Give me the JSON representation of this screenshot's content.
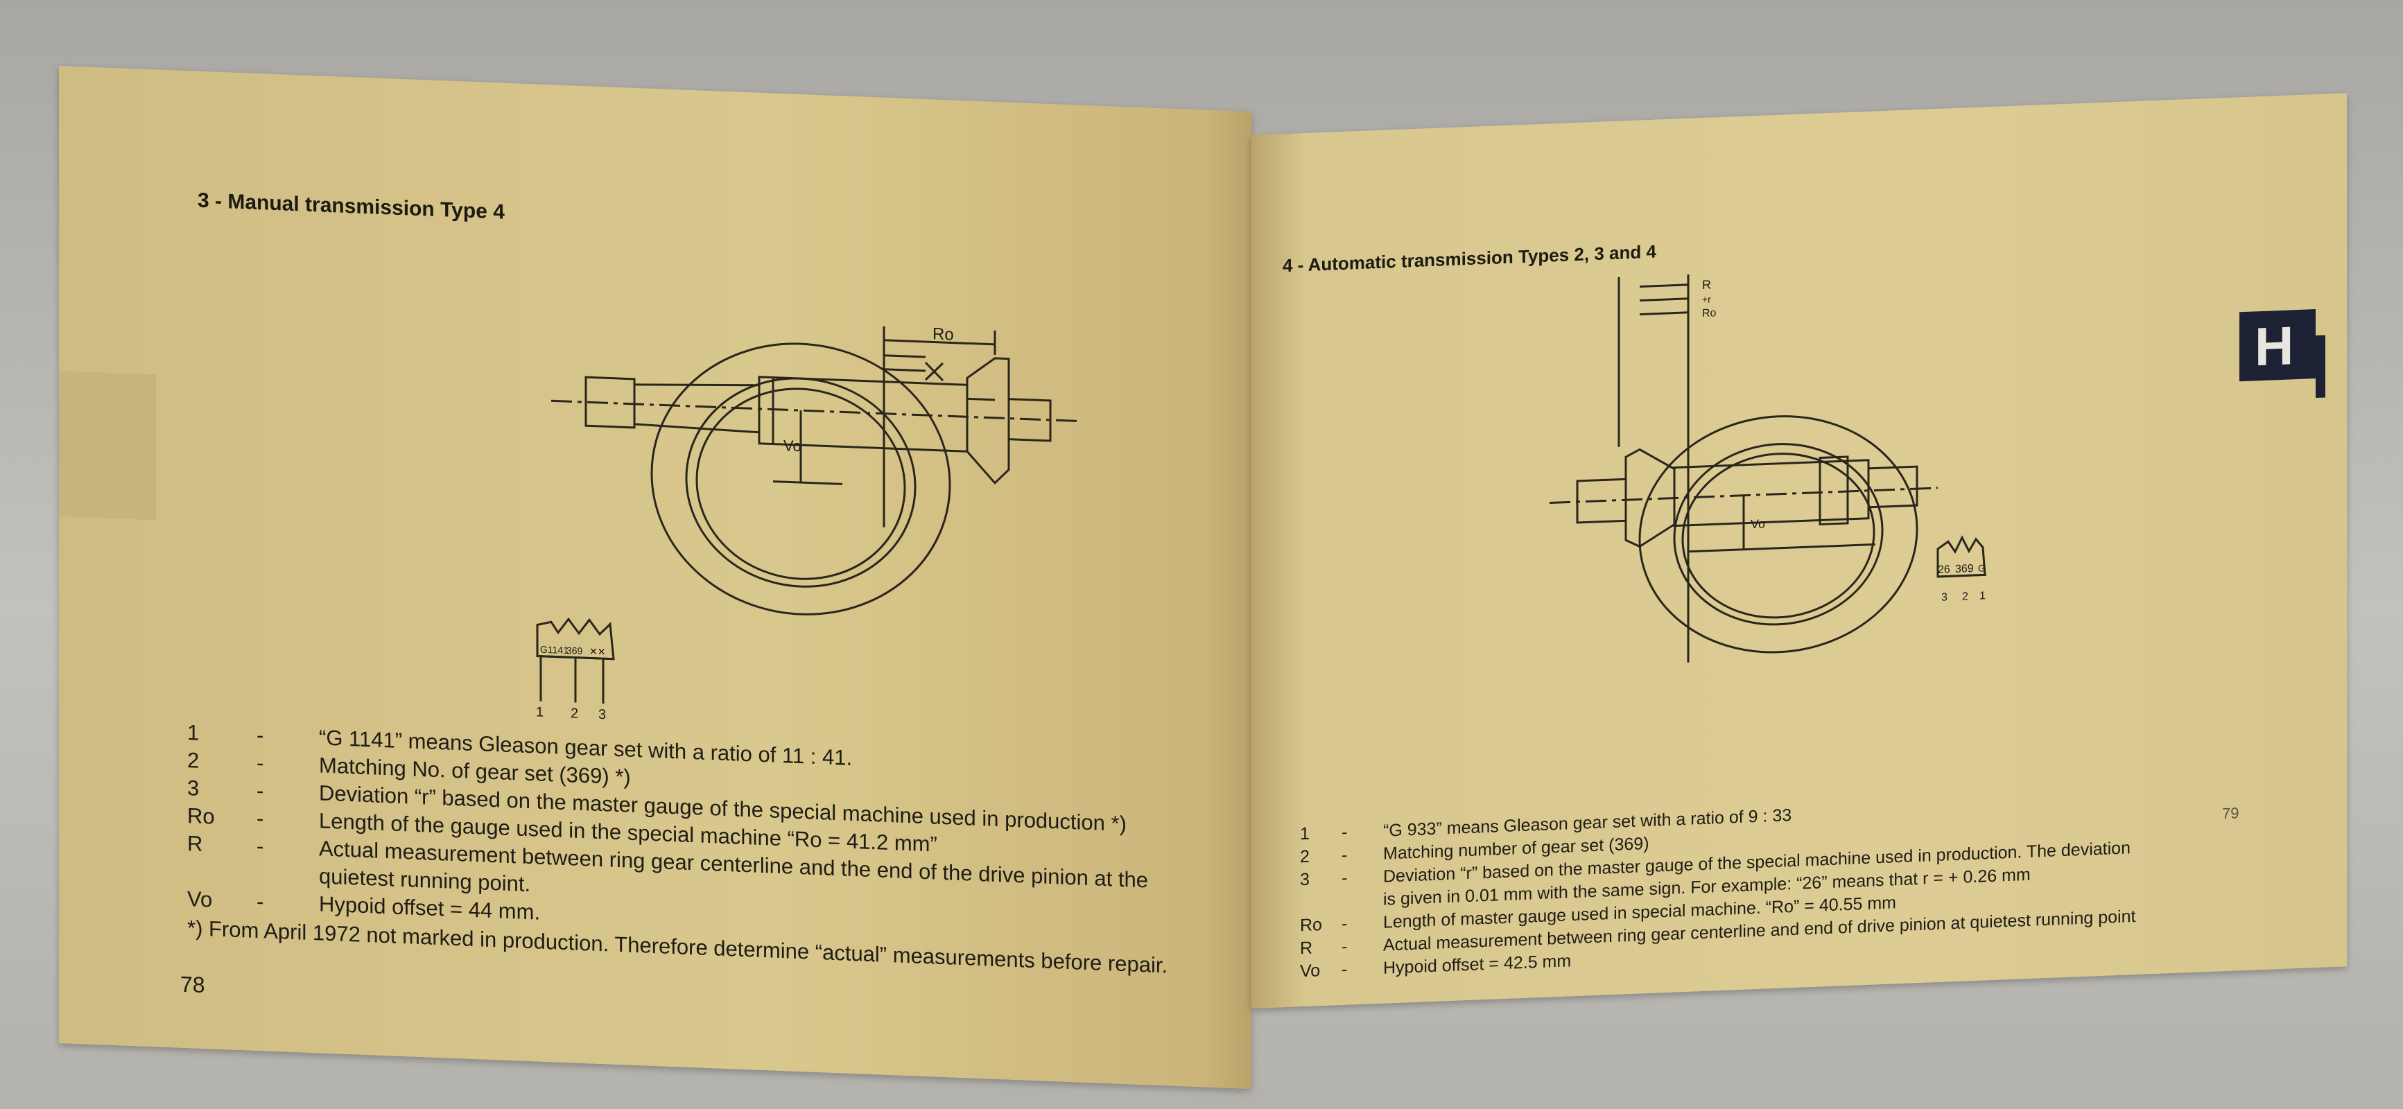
{
  "left_page": {
    "heading": "3 - Manual transmission Type 4",
    "page_number": "78",
    "diagram": {
      "dim_top": "Ro",
      "dim_vert": "Vo",
      "gear_marks": [
        "G1141",
        "369",
        "✕✕"
      ],
      "gear_callouts": [
        "1",
        "2",
        "3"
      ]
    },
    "legend": [
      {
        "key": "1",
        "dash": "-",
        "text": "“G 1141” means Gleason gear set with a ratio of 11 : 41."
      },
      {
        "key": "2",
        "dash": "-",
        "text": "Matching No. of gear set (369)  *)"
      },
      {
        "key": "3",
        "dash": "-",
        "text": "Deviation “r” based on the master gauge of the special machine used in production *)"
      },
      {
        "key": "Ro",
        "dash": "-",
        "text": "Length of the gauge used in the special machine “Ro = 41.2 mm”"
      },
      {
        "key": "R",
        "dash": "-",
        "text": "Actual measurement between ring gear centerline and the end of the drive pinion at the quietest running point."
      },
      {
        "key": "Vo",
        "dash": "-",
        "text": "Hypoid offset = 44 mm."
      }
    ],
    "footnote": "*) From April 1972 not marked in production. Therefore determine “actual” measurements before repair."
  },
  "right_page": {
    "heading": "4 - Automatic transmission Types 2, 3 and 4",
    "page_number": "79",
    "tab_letter": "H",
    "diagram": {
      "dim_labels": [
        "R",
        "+r",
        "Ro"
      ],
      "dim_vert": "Vo",
      "gear_marks": [
        "26",
        "369",
        "G"
      ],
      "gear_callouts": [
        "3",
        "2",
        "1"
      ]
    },
    "legend": [
      {
        "key": "1",
        "dash": "-",
        "text": "“G 933” means Gleason gear set with a ratio of 9 : 33"
      },
      {
        "key": "2",
        "dash": "-",
        "text": "Matching number of gear set (369)"
      },
      {
        "key": "3",
        "dash": "-",
        "text": "Deviation “r” based on the master gauge of the special machine used in production. The deviation is given in 0.01 mm with the same sign. For example: “26” means that r = + 0.26 mm"
      },
      {
        "key": "Ro",
        "dash": "-",
        "text": "Length of master gauge used in special machine. “Ro” = 40.55 mm"
      },
      {
        "key": "R",
        "dash": "-",
        "text": "Actual measurement between ring gear centerline and end of drive pinion at quietest running point"
      },
      {
        "key": "Vo",
        "dash": "-",
        "text": "Hypoid offset = 42.5 mm"
      }
    ]
  }
}
